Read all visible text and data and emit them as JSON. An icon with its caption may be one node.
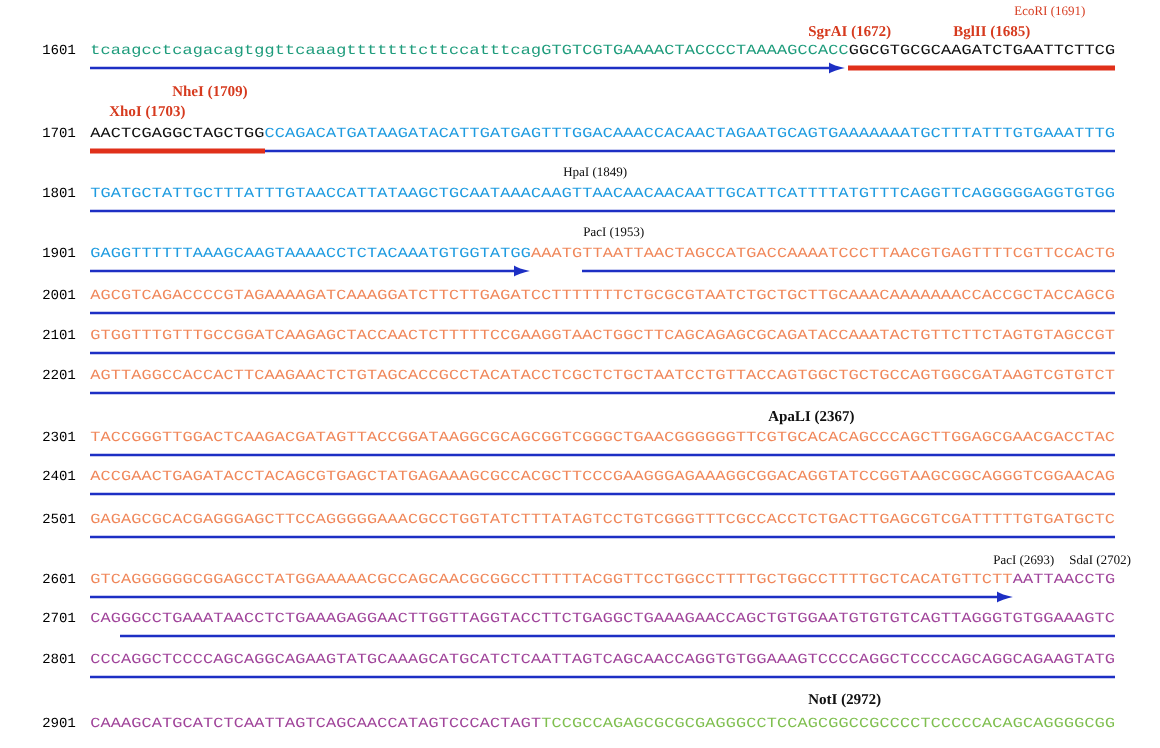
{
  "diagram": {
    "labels": [
      "EcoRI (1691)",
      "SgrAI (1672)",
      "BglII (1685)",
      "1601",
      "tcaagcctcagacagtggttcaaagtttttttcttccatttcag",
      "GTGTCGTGAAAACTACCCCTAAAAGCCACC",
      "GGCGTGCGCAAGATCTGAATTCTTCG",
      "NheI (1709)",
      "XhoI (1703)",
      "1701",
      "AACTCGAGGCTAGCTGG",
      "CCAGACATGATAAGATACATTGATGAGTTTGGACAAACCACAACTAGAATGCAGTGAAAAAAATGCTTTATTTGTGAAATTTG",
      "HpaI (1849)",
      "1801",
      "TGATGCTATTGCTTTATTTGTAACCATTATAAGCTGCAATAAACAAGTTAACAACAACAATTGCATTCATTTTATGTTTCAGGTTCAGGGGGAGGTGTGG",
      "PacI (1953)",
      "1901",
      "GAGGTTTTTTAAAGCAAGTAAAACCTCTACAAATGTGGTATGG",
      "AAATGTTAATTAACTAGCCATGACCAAAATCCCTTAACGTGAGTTTTCGTTCCACTG",
      "2001",
      "AGCGTCAGACCCCGTAGAAAAGATCAAAGGATCTTCTTGAGATCCTTTTTTTCTGCGCGTAATCTGCTGCTTGCAAACAAAAAAACCACCGCTACCAGCG",
      "2101",
      "GTGGTTTGTTTGCCGGATCAAGAGCTACCAACTCTTTTTCCGAAGGTAACTGGCTTCAGCAGAGCGCAGATACCAAATACTGTTCTTCTAGTGTAGCCGT",
      "2201",
      "AGTTAGGCCACCACTTCAAGAACTCTGTAGCACCGCCTACATACCTCGCTCTGCTAATCCTGTTACCAGTGGCTGCTGCCAGTGGCGATAAGTCGTGTCT",
      "ApaLI (2367)",
      "2301",
      "TACCGGGTTGGACTCAAGACGATAGTTACCGGATAAGGCGCAGCGGTCGGGCTGAACGGGGGGTTCGTGCACACAGCCCAGCTTGGAGCGAACGACCTAC",
      "2401",
      "ACCGAACTGAGATACCTACAGCGTGAGCTATGAGAAAGCGCCACGCTTCCCGAAGGGAGAAAGGCGGACAGGTATCCGGTAAGCGGCAGGGTCGGAACAG",
      "2501",
      "GAGAGCGCACGAGGGAGCTTCCAGGGGGAAACGCCTGGTATCTTTATAGTCCTGTCGGGTTTCGCCACCTCTGACTTGAGCGTCGATTTTTGTGATGCTC",
      "PacI (2693)",
      "SdaI (2702)",
      "2601",
      "GTCAGGGGGGCGGAGCCTATGGAAAAACGCCAGCAACGCGGCCTTTTTACGGTTCCTGGCCTTTTGCTGGCCTTTTGCTCACATGTTCTT",
      "AATTAACCTG",
      "2701",
      "CAGGGCCTGAAATAACCTCTGAAAGAGGAACTTGGTTAGGTACCTTCTGAGGCTGAAAGAACCAGCTGTGGAATGTGTGTCAGTTAGGGTGTGGAAAGTC",
      "2801",
      "CCCAGGCTCCCCAGCAGGCAGAAGTATGCAAAGCATGCATCTCAATTAGTCAGCAACCAGGTGTGGAAAGTCCCCAGGCTCCCCAGCAGGCAGAAGTATG",
      "NotI (2972)",
      "2901",
      "CAAAGCATGCATCTCAATTAGTCAGCAACCATAGTCCCACTAGT",
      "TCCGCCAGAGCGCGCGAGGGCCTCCAGCGGCCGCCCCTCCCCCACAGCAGGGGCGG"
    ]
  }
}
